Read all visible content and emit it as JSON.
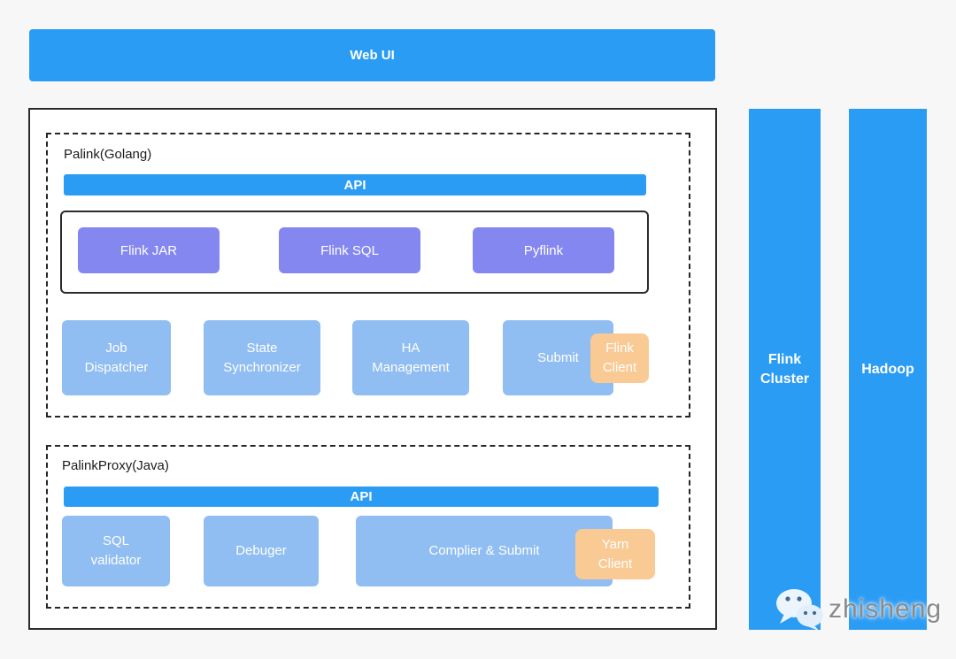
{
  "colors": {
    "primary_blue": "#2b9cf4",
    "purple": "#8487ef",
    "light_blue": "#90bdf2",
    "orange": "#f9ca94",
    "panel_border": "#2b2b2b",
    "page_background": "#f7f7f8"
  },
  "web_ui": {
    "label": "Web UI"
  },
  "palink": {
    "title": "Palink(Golang)",
    "api_label": "API",
    "job_types": [
      {
        "label": "Flink JAR"
      },
      {
        "label": "Flink SQL"
      },
      {
        "label": "Pyflink"
      }
    ],
    "modules": [
      {
        "label": "Job Dispatcher"
      },
      {
        "label": "State Synchronizer"
      },
      {
        "label": "HA Management"
      },
      {
        "label": "Submit"
      }
    ],
    "client": {
      "label": "Flink Client"
    }
  },
  "palink_proxy": {
    "title": "PalinkProxy(Java)",
    "api_label": "API",
    "modules": [
      {
        "label": "SQL validator"
      },
      {
        "label": "Debuger"
      },
      {
        "label": "Complier & Submit"
      }
    ],
    "client": {
      "label": "Yarn Client"
    }
  },
  "clusters": [
    {
      "label": "Flink Cluster"
    },
    {
      "label": "Hadoop"
    }
  ],
  "watermark": {
    "label": "zhisheng",
    "icon": "wechat-icon"
  }
}
